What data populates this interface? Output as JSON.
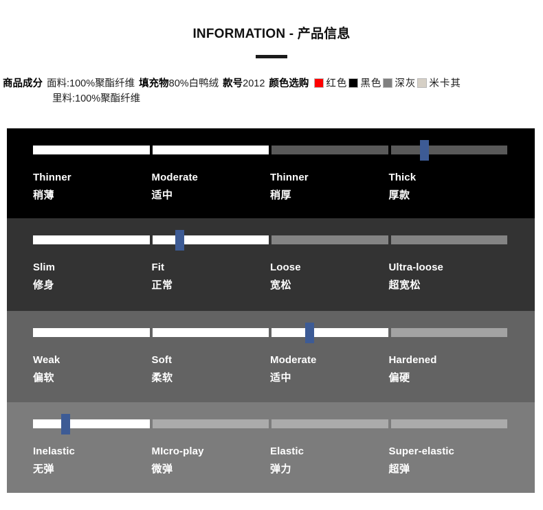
{
  "header": {
    "title": "INFORMATION - 产品信息"
  },
  "spec": {
    "composition_key": "商品成分",
    "composition_value": "面料:100%聚酯纤维",
    "lining_value": "里料:100%聚酯纤维",
    "fill_key": "填充物",
    "fill_value": "80%白鸭绒",
    "style_key": "款号",
    "style_value": "2012",
    "color_key": "颜色选购",
    "colors": [
      {
        "name": "红色",
        "hex": "#FF0000"
      },
      {
        "name": "黑色",
        "hex": "#000000"
      },
      {
        "name": "深灰",
        "hex": "#808080"
      },
      {
        "name": "米卡",
        "hex": "#D6D0C6"
      }
    ],
    "colors_overflow": "其"
  },
  "sliders": [
    {
      "name": "thickness",
      "background": "#000000",
      "filled_segments": 2,
      "thumb_percent": 88,
      "options": [
        {
          "en": "Thinner",
          "cn": "稍薄"
        },
        {
          "en": "Moderate",
          "cn": "适中"
        },
        {
          "en": "Thinner",
          "cn": "稍厚"
        },
        {
          "en": "Thick",
          "cn": "厚款"
        }
      ]
    },
    {
      "name": "fit",
      "background": "#333333",
      "filled_segments": 2,
      "thumb_percent": 36,
      "options": [
        {
          "en": "Slim",
          "cn": "修身"
        },
        {
          "en": "Fit",
          "cn": "正常"
        },
        {
          "en": "Loose",
          "cn": "宽松"
        },
        {
          "en": "Ultra-loose",
          "cn": "超宽松"
        }
      ]
    },
    {
      "name": "hardness",
      "background": "#636363",
      "filled_segments": 3,
      "thumb_percent": 63,
      "options": [
        {
          "en": "Weak",
          "cn": "偏软"
        },
        {
          "en": "Soft",
          "cn": "柔软"
        },
        {
          "en": "Moderate",
          "cn": "适中"
        },
        {
          "en": "Hardened",
          "cn": "偏硬"
        }
      ]
    },
    {
      "name": "elasticity",
      "background": "#7c7c7c",
      "filled_segments": 1,
      "thumb_percent": 12,
      "options": [
        {
          "en": "Inelastic",
          "cn": "无弹"
        },
        {
          "en": "MIcro-play",
          "cn": "微弹"
        },
        {
          "en": "Elastic",
          "cn": "弹力"
        },
        {
          "en": "Super-elastic",
          "cn": "超弹"
        }
      ]
    }
  ],
  "theme": {
    "thumb_color": "#3d5b95",
    "track_on": "#ffffff",
    "text_color": "#ffffff"
  }
}
